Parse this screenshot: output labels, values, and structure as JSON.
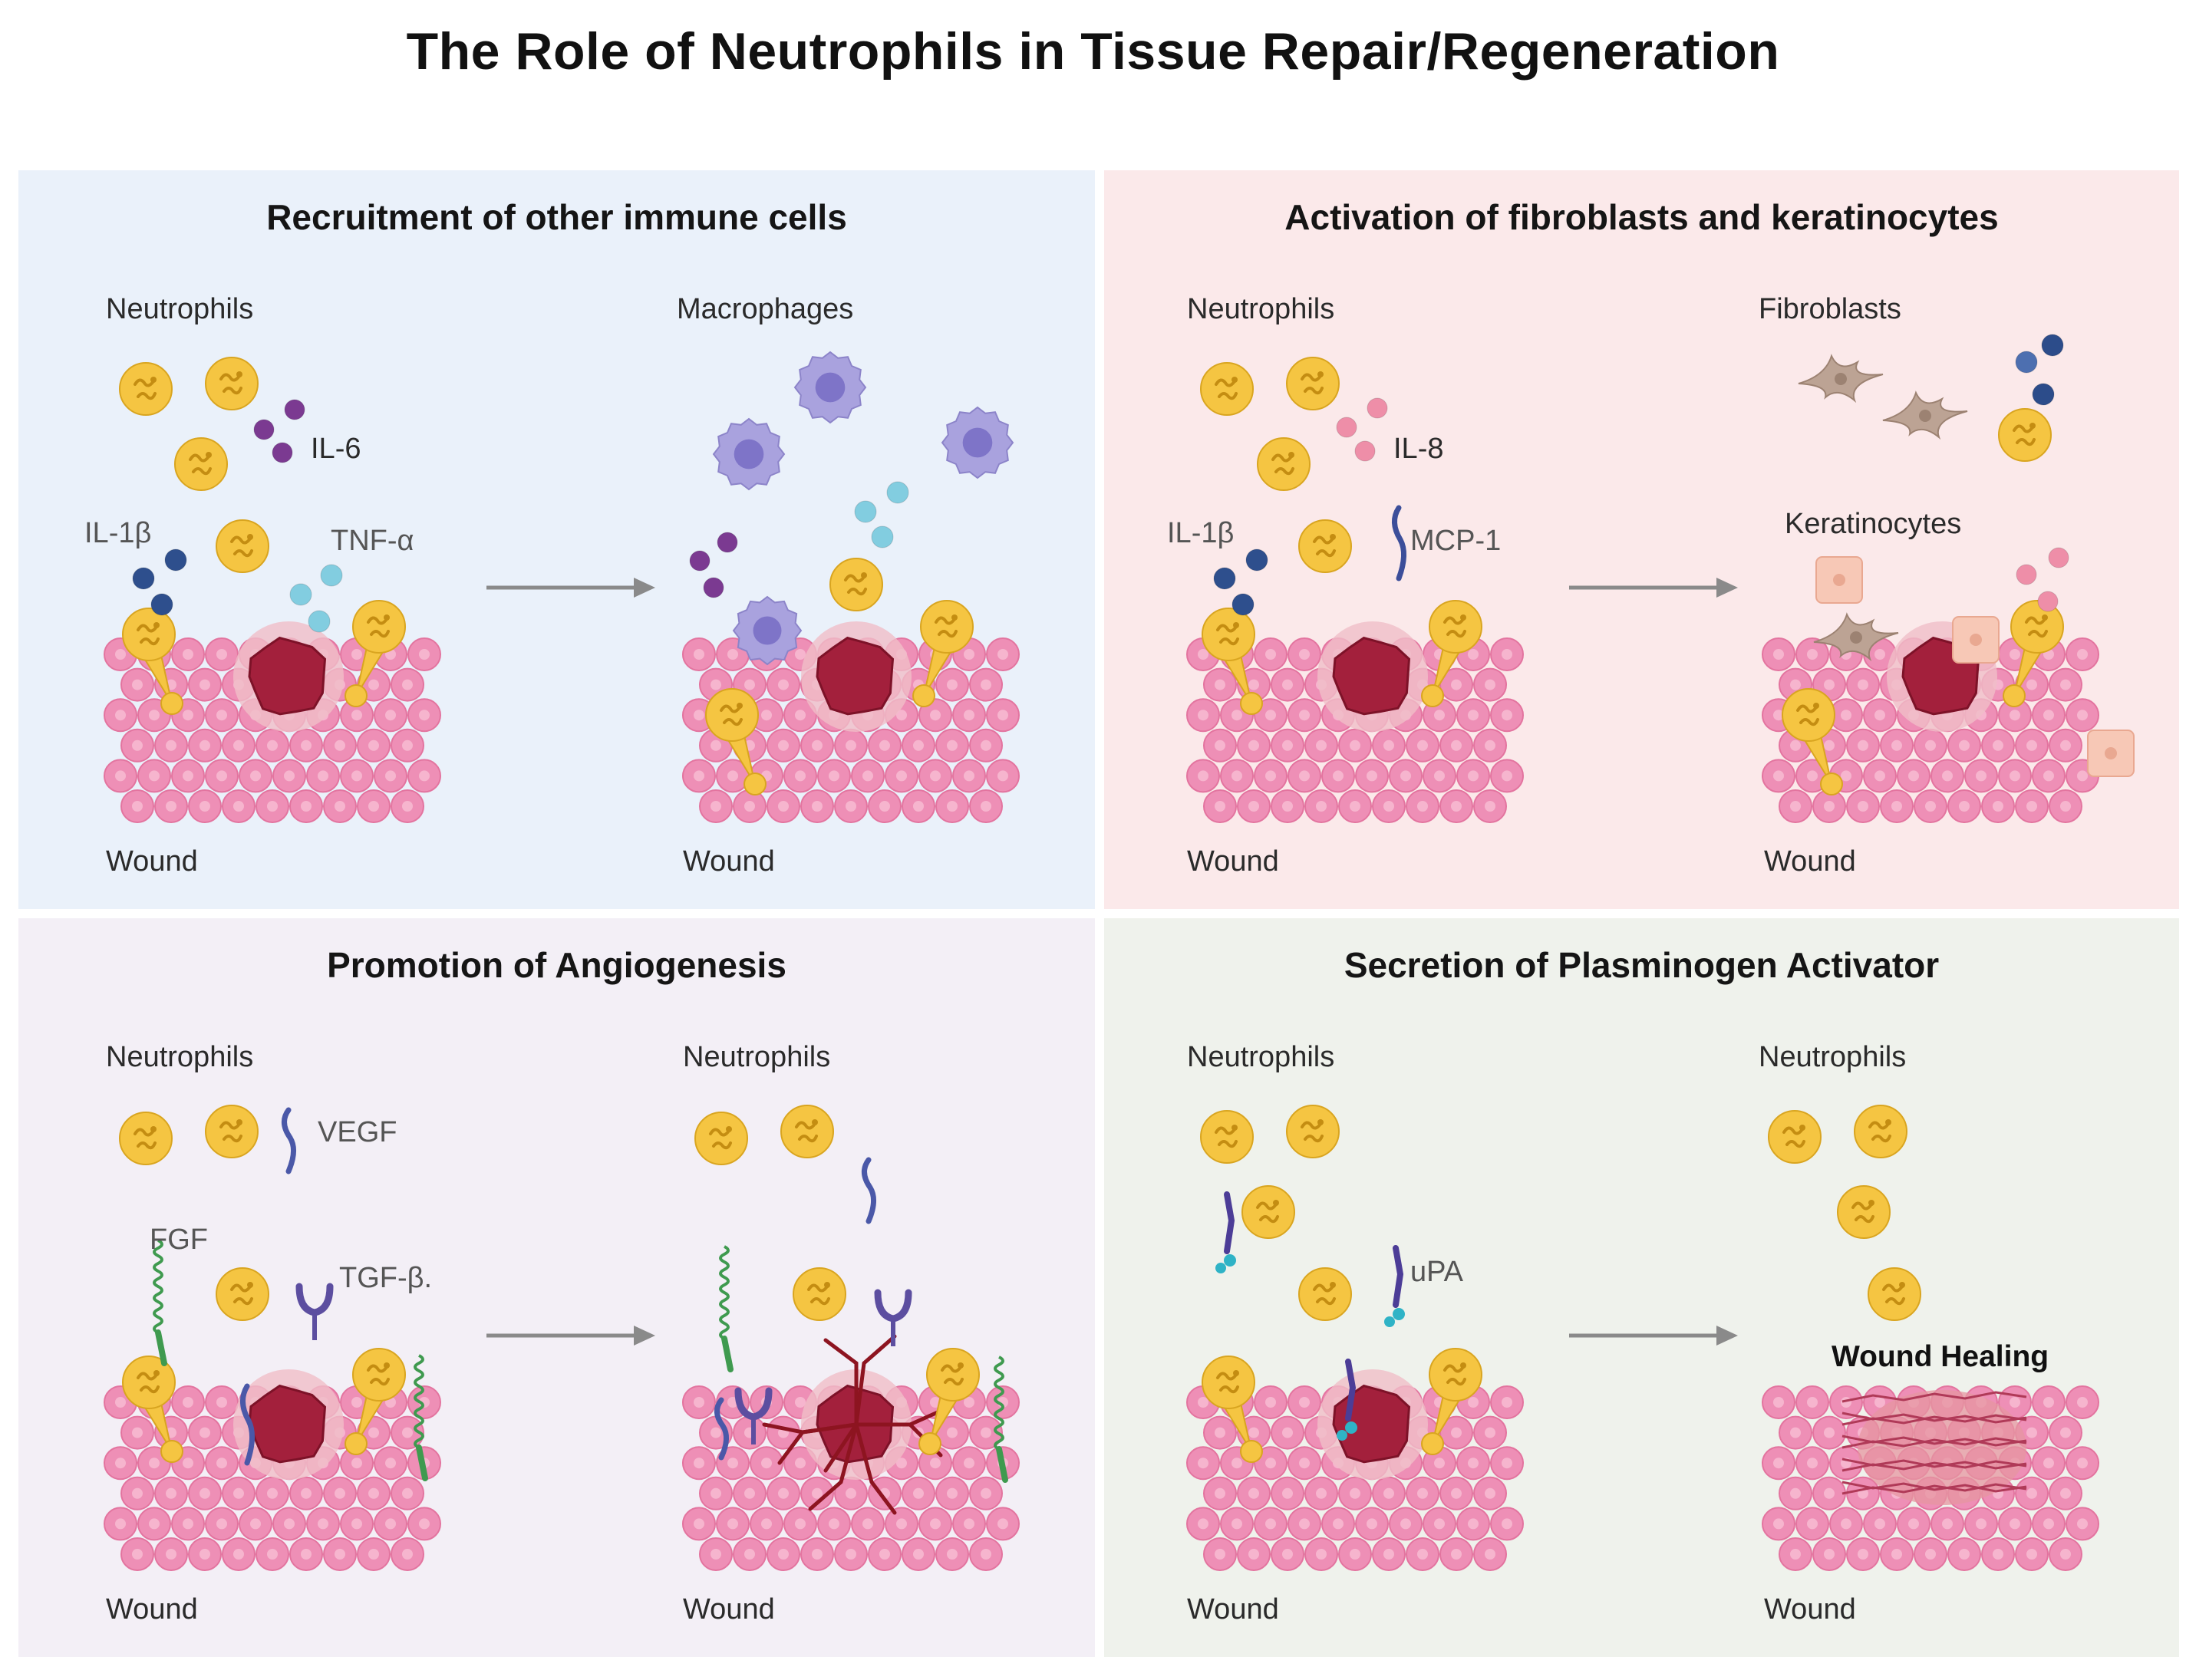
{
  "title": "The Role of Neutrophils in Tissue Repair/Regeneration",
  "colors": {
    "neutrophil": "#f5c542",
    "tissue": "#ee8fb6",
    "wound": "#a3203c",
    "macrophage": "#a9a2de",
    "fibroblast": "#bca394",
    "keratinocyte": "#f7c8b6",
    "arrow": "#8a8a8a",
    "il6": "#7b3a91",
    "il1b": "#2e4f8d",
    "tnfa": "#82cde0",
    "il8": "#ee8ea8",
    "vessel": "#8d1420"
  },
  "panels": [
    {
      "title": "Recruitment of other immune cells",
      "left_label": "Neutrophils",
      "right_label": "Macrophages",
      "left_bottom": "Wound",
      "right_bottom": "Wound",
      "molecules": [
        "IL-6",
        "IL-1β",
        "TNF-α"
      ]
    },
    {
      "title": "Activation of fibroblasts and keratinocytes",
      "left_label": "Neutrophils",
      "right_label": "Fibroblasts",
      "right_label_2": "Keratinocytes",
      "left_bottom": "Wound",
      "right_bottom": "Wound",
      "molecules": [
        "IL-8",
        "IL-1β",
        "MCP-1"
      ]
    },
    {
      "title": "Promotion of Angiogenesis",
      "left_label": "Neutrophils",
      "right_label": "Neutrophils",
      "left_bottom": "Wound",
      "right_bottom": "Wound",
      "molecules": [
        "VEGF",
        "FGF",
        "TGF-β."
      ]
    },
    {
      "title": "Secretion of Plasminogen Activator",
      "left_label": "Neutrophils",
      "right_label": "Neutrophils",
      "left_bottom": "Wound",
      "right_bottom": "Wound",
      "molecules": [
        "uPA"
      ],
      "healing_label": "Wound Healing"
    }
  ]
}
